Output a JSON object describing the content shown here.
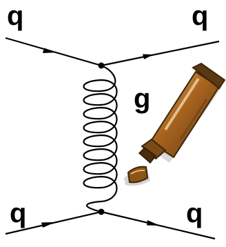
{
  "labels": {
    "top_left_quark": "q",
    "top_right_quark": "q",
    "gluon": "g",
    "bottom_left_quark": "q",
    "bottom_right_quark": "q"
  },
  "colors": {
    "line": "#000000",
    "tube_dark": "#5a3812",
    "tube_mid": "#a8631f",
    "tube_light": "#e7b473",
    "shadow": "#c9c9c9"
  },
  "icons": {
    "glue_tube": "glue-tube-icon"
  }
}
